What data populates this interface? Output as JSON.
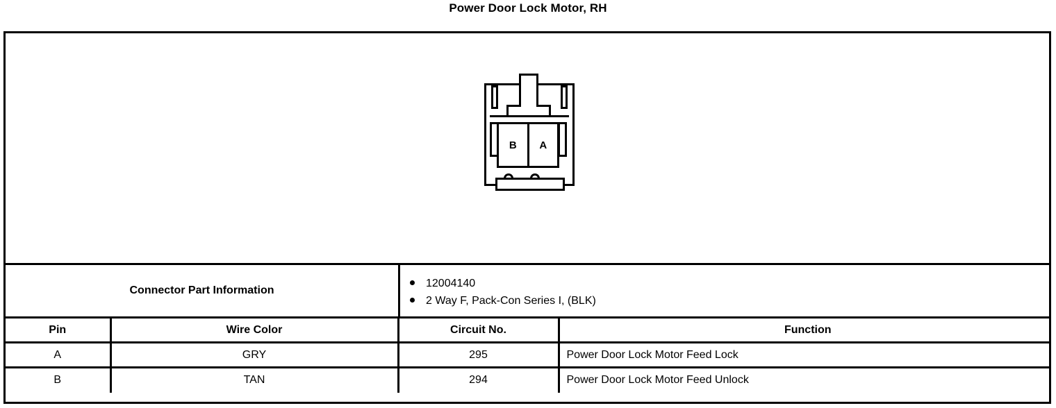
{
  "title": "Power Door Lock Motor, RH",
  "connector_diagram": {
    "cavities": [
      {
        "label": "B"
      },
      {
        "label": "A"
      }
    ]
  },
  "part_information": {
    "label": "Connector Part Information",
    "bullets": [
      "12004140",
      "2 Way F, Pack-Con Series I, (BLK)"
    ]
  },
  "pin_table": {
    "headers": [
      "Pin",
      "Wire Color",
      "Circuit No.",
      "Function"
    ],
    "rows": [
      {
        "pin": "A",
        "wire_color": "GRY",
        "circuit_no": "295",
        "function": "Power Door Lock Motor Feed Lock"
      },
      {
        "pin": "B",
        "wire_color": "TAN",
        "circuit_no": "294",
        "function": "Power Door Lock Motor Feed Unlock"
      }
    ]
  }
}
